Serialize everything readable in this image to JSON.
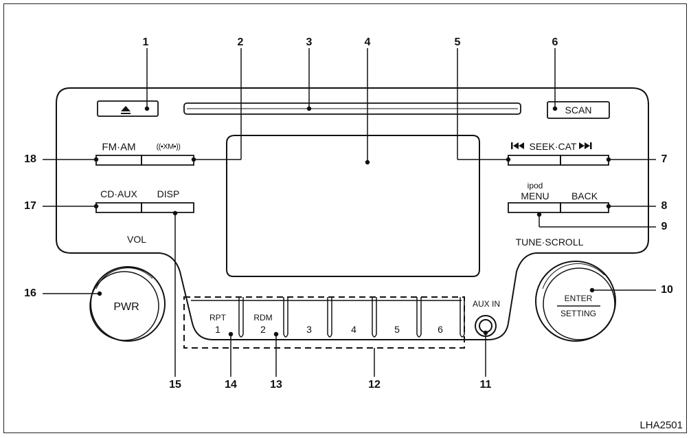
{
  "callouts": [
    "1",
    "2",
    "3",
    "4",
    "5",
    "6",
    "7",
    "8",
    "9",
    "10",
    "11",
    "12",
    "13",
    "14",
    "15",
    "16",
    "17",
    "18"
  ],
  "labels": {
    "eject_icon": "eject-icon",
    "scan": "SCAN",
    "fm_am": "FM·AM",
    "xm": "((•XM•))",
    "seek_cat": "SEEK·CAT",
    "prev_icon": "skip-back-icon",
    "next_icon": "skip-forward-icon",
    "cd_aux": "CD·AUX",
    "disp": "DISP",
    "ipod": "ipod",
    "menu": "MENU",
    "back": "BACK",
    "vol": "VOL",
    "tune_scroll": "TUNE·SCROLL",
    "pwr": "PWR",
    "enter": "ENTER",
    "setting": "SETTING",
    "aux_in": "AUX IN",
    "rpt": "RPT",
    "rdm": "RDM",
    "presets": [
      "1",
      "2",
      "3",
      "4",
      "5",
      "6"
    ]
  },
  "figure_code": "LHA2501"
}
